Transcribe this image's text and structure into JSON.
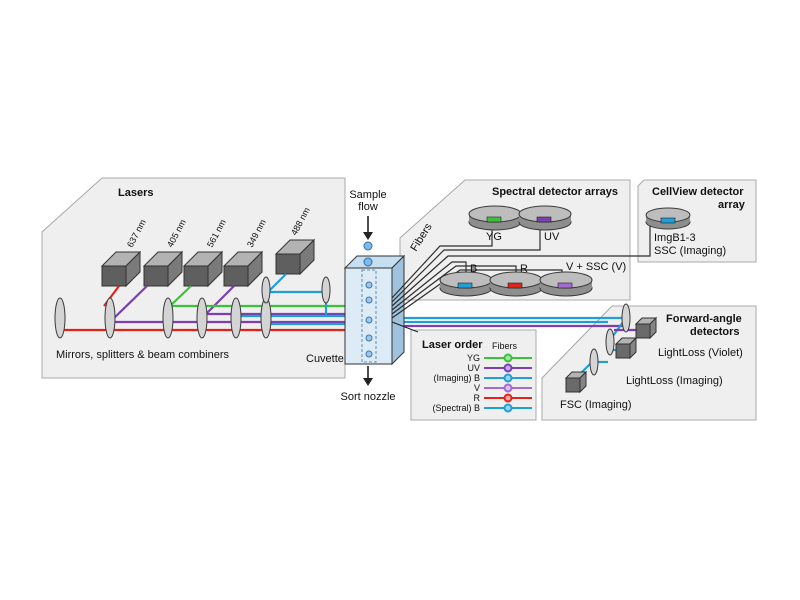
{
  "colors": {
    "red": "#e2231a",
    "violet": "#7b3fb2",
    "green": "#3cc13b",
    "blue": "#1f9ed8",
    "yg": "#3cc13b",
    "uv": "#7b3fb2",
    "r": "#e2231a",
    "v": "#a56ad1",
    "b": "#1f9ed8"
  },
  "lasers": {
    "title": "Lasers",
    "wavelengths": [
      "637 nm",
      "405 nm",
      "561 nm",
      "349 nm",
      "488 nm"
    ],
    "optics_label": "Mirrors, splitters & beam combiners"
  },
  "sample": {
    "flow_label_1": "Sample",
    "flow_label_2": "flow",
    "cuvette_label": "Cuvette",
    "sort_label": "Sort nozzle",
    "fibers_label": "Fibers"
  },
  "spectral": {
    "title": "Spectral detector arrays",
    "det_yg": "YG",
    "det_uv": "UV",
    "det_b": "B",
    "det_r": "R",
    "det_vssc": "V + SSC (V)"
  },
  "cellview": {
    "title_1": "CellView detector",
    "title_2": "array",
    "det_line1": "ImgB1-3",
    "det_line2": "SSC (Imaging)"
  },
  "laser_order": {
    "title": "Laser order",
    "fibers_header": "Fibers",
    "items": [
      "YG",
      "UV",
      "(Imaging) B",
      "V",
      "R",
      "(Spectral) B"
    ]
  },
  "forward": {
    "title_1": "Forward-angle",
    "title_2": "detectors",
    "det_violet": "LightLoss (Violet)",
    "det_imaging": "LightLoss (Imaging)",
    "det_fsc": "FSC (Imaging)"
  }
}
